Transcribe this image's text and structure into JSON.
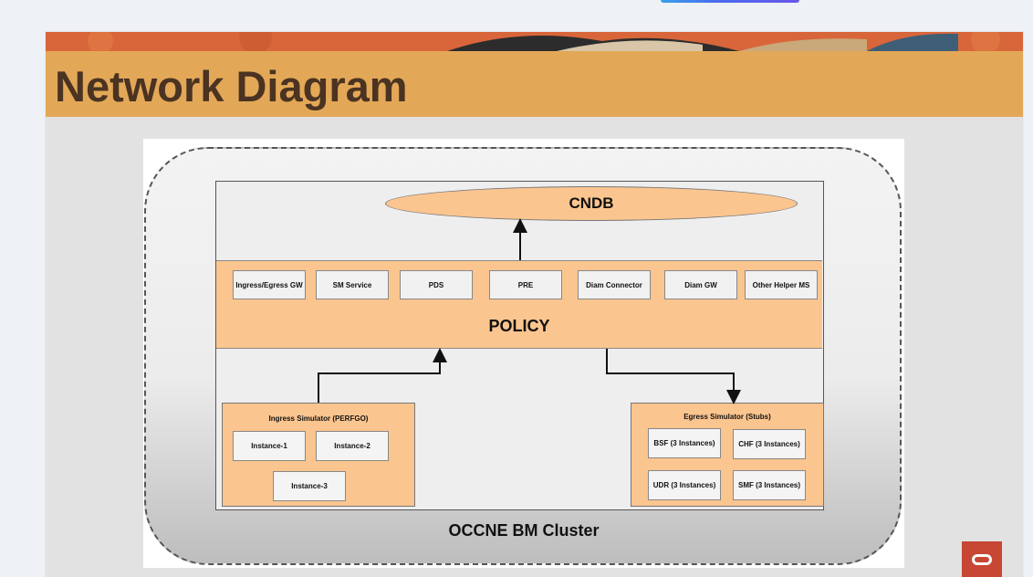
{
  "slide": {
    "title": "Network Diagram"
  },
  "diagram": {
    "database": "CNDB",
    "policy_label": "POLICY",
    "services": [
      "Ingress/Egress GW",
      "SM Service",
      "PDS",
      "PRE",
      "Diam Connector",
      "Diam GW",
      "Other Helper MS"
    ],
    "ingress": {
      "title": "Ingress Simulator (PERFGO)",
      "instances": [
        "Instance-1",
        "Instance-2",
        "Instance-3"
      ]
    },
    "egress": {
      "title": "Egress Simulator (Stubs)",
      "instances": [
        "BSF (3 Instances)",
        "CHF (3 Instances)",
        "UDR (3 Instances)",
        "SMF (3 Instances)"
      ]
    },
    "cluster_label": "OCCNE BM Cluster"
  },
  "colors": {
    "title_band": "#e3a857",
    "title_text": "#4b3322",
    "node_fill": "#fbc58f",
    "oracle_red": "#c74634"
  },
  "icons": {
    "corner_logo": "oracle-logo-icon"
  }
}
